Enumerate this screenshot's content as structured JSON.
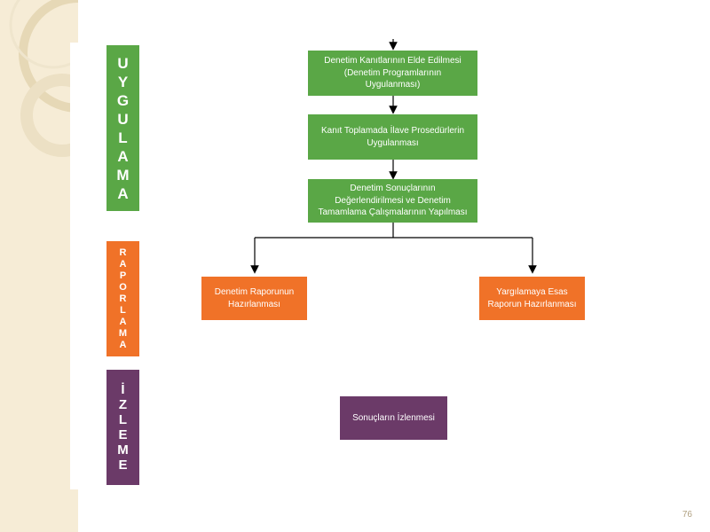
{
  "phases": [
    {
      "letters": [
        "U",
        "Y",
        "G",
        "U",
        "L",
        "A",
        "M",
        "A"
      ],
      "color": "#5aa746"
    },
    {
      "letters": [
        "R",
        "A",
        "P",
        "O",
        "R",
        "L",
        "A",
        "M",
        "A"
      ],
      "color": "#f07228"
    },
    {
      "letters": [
        "İ",
        "Z",
        "L",
        "E",
        "M",
        "E"
      ],
      "color": "#6b3a68"
    }
  ],
  "steps": {
    "evidence": "Denetim Kanıtlarının Elde Edilmesi\n(Denetim Programlarının\nUygulanması)",
    "additional": "Kanıt Toplamada İlave Prosedürlerin\nUygulanması",
    "evaluation": "Denetim Sonuçlarının\nDeğerlendirilmesi ve Denetim\nTamamlama Çalışmalarının Yapılması",
    "audit_report": "Denetim Raporunun\nHazırlanması",
    "judicial_report": "Yargılamaya Esas\nRaporun Hazırlanması",
    "monitoring": "Sonuçların İzlenmesi"
  },
  "colors": {
    "green": "#5aa746",
    "orange": "#f07228",
    "purple": "#6b3a68",
    "cream": "#f6ecd6"
  },
  "page_number": "76"
}
